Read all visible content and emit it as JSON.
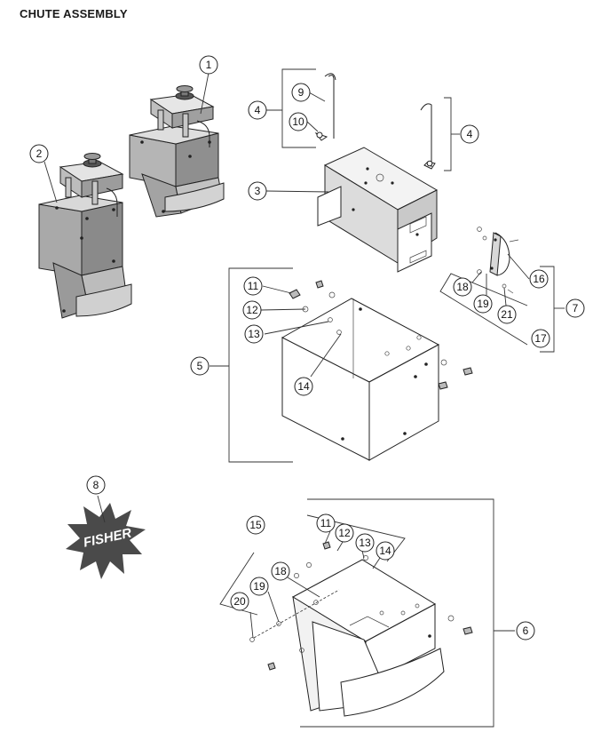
{
  "title": "CHUTE ASSEMBLY",
  "logo_text": "FISHER",
  "callouts": [
    {
      "id": "c1",
      "label": "1"
    },
    {
      "id": "c2",
      "label": "2"
    },
    {
      "id": "c3",
      "label": "3"
    },
    {
      "id": "c4a",
      "label": "4"
    },
    {
      "id": "c4b",
      "label": "4"
    },
    {
      "id": "c5",
      "label": "5"
    },
    {
      "id": "c6",
      "label": "6"
    },
    {
      "id": "c7",
      "label": "7"
    },
    {
      "id": "c8",
      "label": "8"
    },
    {
      "id": "c9",
      "label": "9"
    },
    {
      "id": "c10",
      "label": "10"
    },
    {
      "id": "c11a",
      "label": "11"
    },
    {
      "id": "c11b",
      "label": "11"
    },
    {
      "id": "c12a",
      "label": "12"
    },
    {
      "id": "c12b",
      "label": "12"
    },
    {
      "id": "c13a",
      "label": "13"
    },
    {
      "id": "c13b",
      "label": "13"
    },
    {
      "id": "c14a",
      "label": "14"
    },
    {
      "id": "c14b",
      "label": "14"
    },
    {
      "id": "c15",
      "label": "15"
    },
    {
      "id": "c16",
      "label": "16"
    },
    {
      "id": "c17",
      "label": "17"
    },
    {
      "id": "c18a",
      "label": "18"
    },
    {
      "id": "c18b",
      "label": "18"
    },
    {
      "id": "c19a",
      "label": "19"
    },
    {
      "id": "c19b",
      "label": "19"
    },
    {
      "id": "c20",
      "label": "20"
    },
    {
      "id": "c21",
      "label": "21"
    }
  ]
}
